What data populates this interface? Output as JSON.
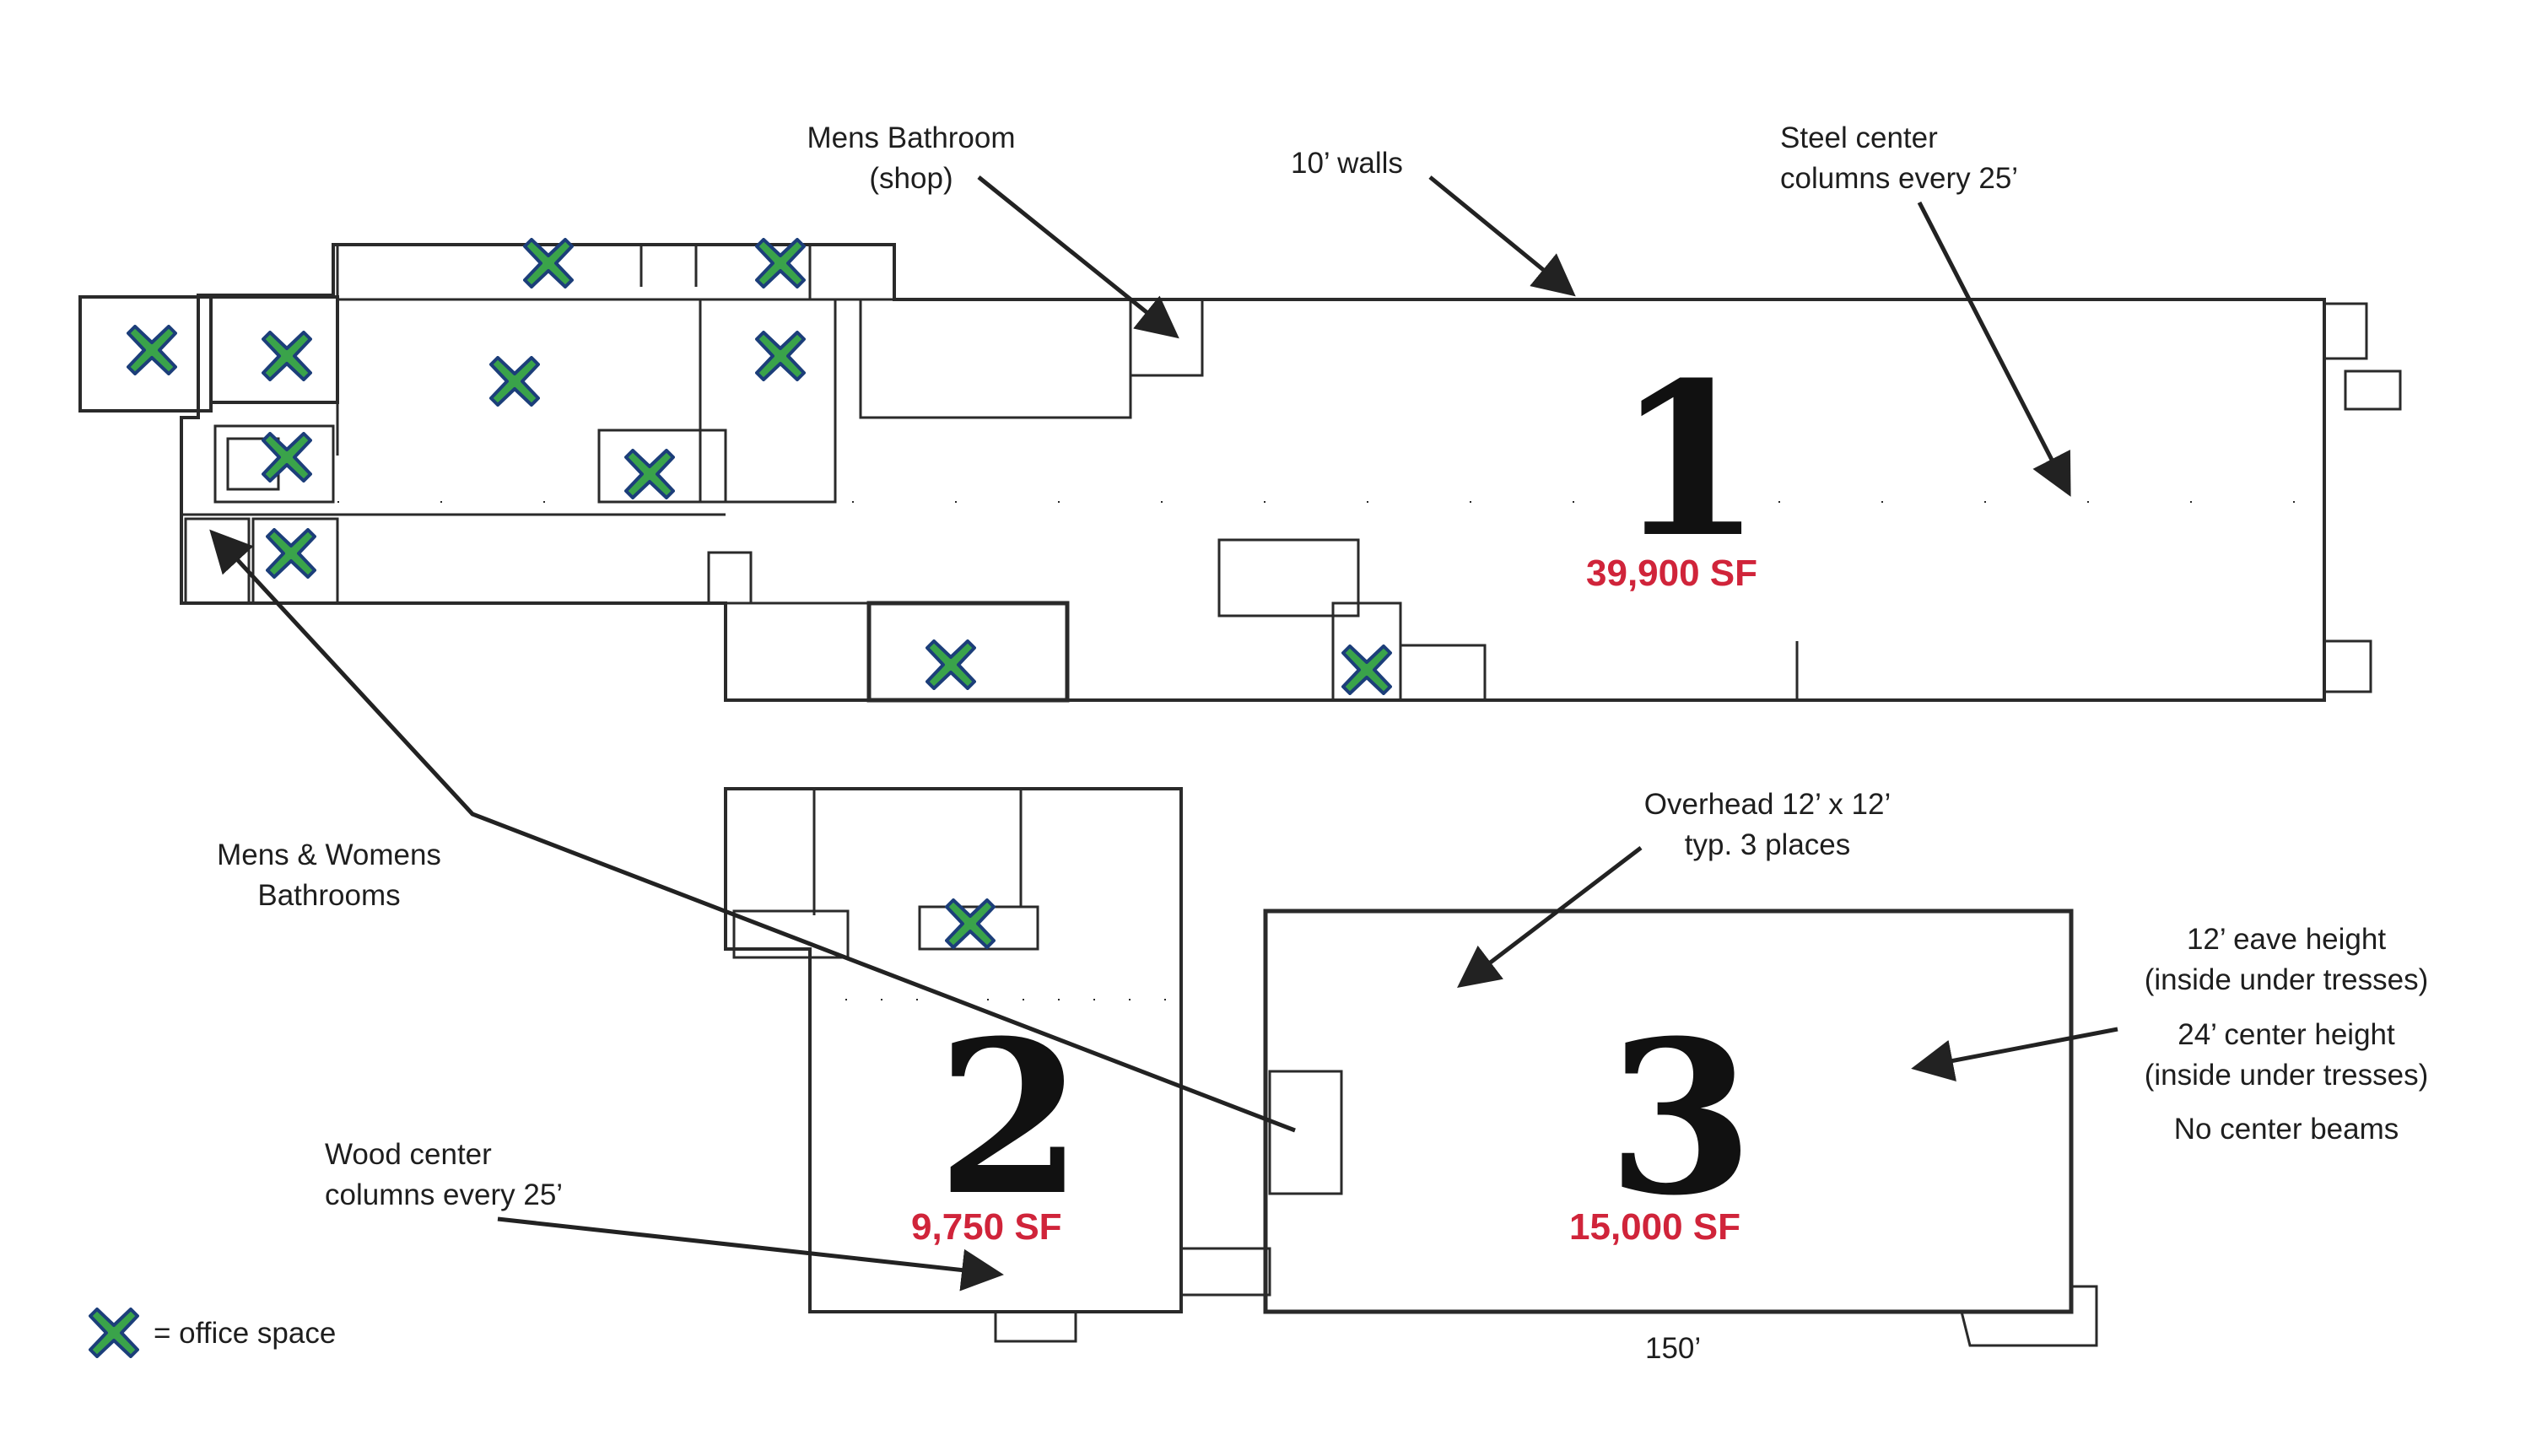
{
  "colors": {
    "wall": "#2a2a2a",
    "sf_text": "#d0243a",
    "office_fill": "#3aa34a",
    "office_outline": "#1c3e7a",
    "arrow": "#222222"
  },
  "annotations": {
    "mens_bathroom_shop": [
      "Mens Bathroom",
      "(shop)"
    ],
    "walls_10": "10’ walls",
    "steel_columns": [
      "Steel center",
      "columns every 25’"
    ],
    "mens_womens_bathrooms": [
      "Mens & Womens",
      "Bathrooms"
    ],
    "overhead_door": [
      "Overhead 12’ x 12’",
      "typ. 3 places"
    ],
    "eave_height": [
      "12’ eave height",
      "(inside under tresses)"
    ],
    "center_height": [
      "24’ center height",
      "(inside under tresses)"
    ],
    "no_center_beams": "No center beams",
    "wood_columns": [
      "Wood center",
      "columns every 25’"
    ],
    "width_150": "150’"
  },
  "areas": [
    {
      "number": "1",
      "sf": "39,900 SF"
    },
    {
      "number": "2",
      "sf": "9,750 SF"
    },
    {
      "number": "3",
      "sf": "15,000 SF"
    }
  ],
  "legend": {
    "icon": "office-x-icon",
    "label": "= office space"
  }
}
